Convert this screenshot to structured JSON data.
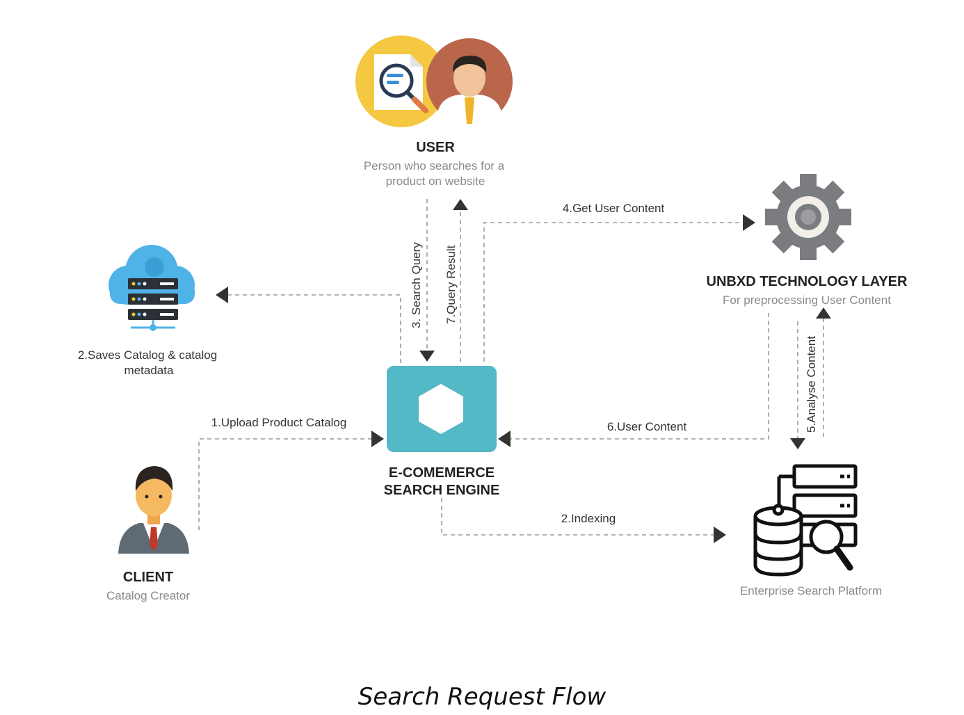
{
  "nodes": {
    "user": {
      "title": "USER",
      "desc_line1": "Person who searches for a",
      "desc_line2": "product on website"
    },
    "unbxd": {
      "title": "UNBXD TECHNOLOGY LAYER",
      "desc": "For preprocessing User Content"
    },
    "storage": {
      "label_line1": "2.Saves Catalog & catalog",
      "label_line2": "metadata"
    },
    "engine": {
      "title_line1": "E-COMEMERCE",
      "title_line2": "SEARCH ENGINE"
    },
    "client": {
      "title": "CLIENT",
      "desc": "Catalog Creator"
    },
    "platform": {
      "desc": "Enterprise Search Platform"
    }
  },
  "edges": {
    "upload": "1.Upload Product Catalog",
    "search_query": "3. Search Query",
    "query_result": "7.Query Result",
    "get_user_content": "4.Get User Content",
    "analyse_content": "5.Analyse Content",
    "user_content": "6.User Content",
    "indexing": "2.Indexing"
  },
  "caption": "Search Request Flow",
  "colors": {
    "engine_teal": "#54b9c6",
    "user_yellow": "#f5c842",
    "user_avatar": "#b9664a",
    "gear_gray": "#7a7c80",
    "cloud_blue": "#4fb3e8",
    "client_gray": "#5e6b75"
  }
}
